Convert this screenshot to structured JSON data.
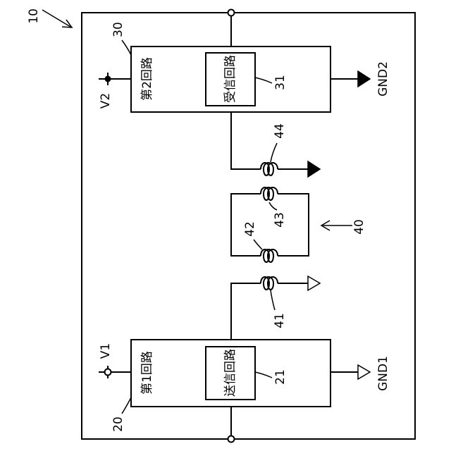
{
  "labels": {
    "ref_10": "10",
    "ref_20": "20",
    "ref_21": "21",
    "ref_30": "30",
    "ref_31": "31",
    "ref_40": "40",
    "ref_41": "41",
    "ref_42": "42",
    "ref_43": "43",
    "ref_44": "44",
    "v1": "V1",
    "v2": "V2",
    "gnd1": "GND1",
    "gnd2": "GND2",
    "first_circuit": "第1回路",
    "second_circuit": "第2回路",
    "transmit_circuit": "送信回路",
    "receive_circuit": "受信回路"
  }
}
